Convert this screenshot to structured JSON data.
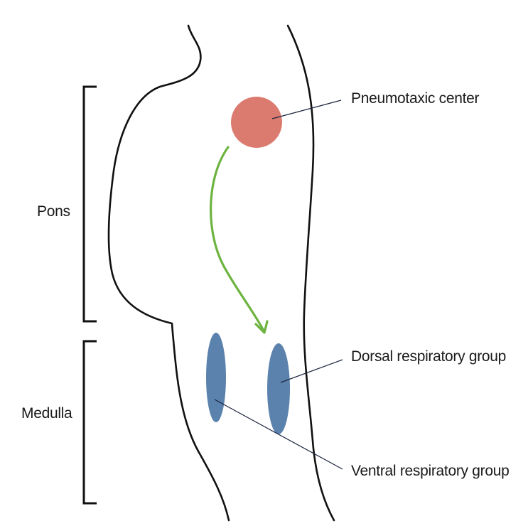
{
  "diagram": {
    "regions": {
      "pons": "Pons",
      "medulla": "Medulla"
    },
    "structures": {
      "pneumotaxic_center": "Pneumotaxic center",
      "dorsal_respiratory_group": "Dorsal respiratory group",
      "ventral_respiratory_group": "Ventral respiratory group"
    },
    "colors": {
      "pneumotaxic_center": "#db7b6f",
      "respiratory_groups": "#5b82ad",
      "arrow": "#6db33f",
      "outline": "#111111"
    }
  }
}
